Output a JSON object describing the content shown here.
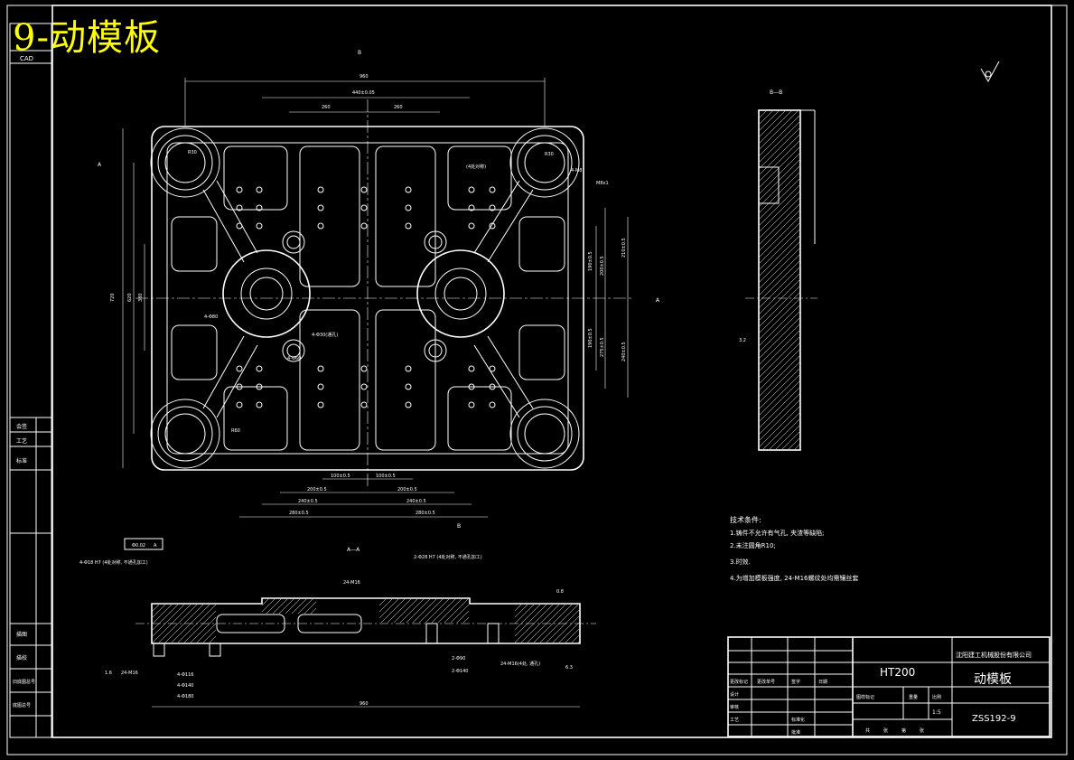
{
  "title_overlay": "9-动模板",
  "side_strip": {
    "top_label": "CAD",
    "labels": [
      "会签",
      "工艺",
      "标准",
      "描图",
      "描校",
      "旧底图总号",
      "底图总号"
    ]
  },
  "view_labels": {
    "section_bb": "B—B",
    "section_aa": "A—A",
    "view_mark_b": "B",
    "view_mark_a": "A"
  },
  "main_view": {
    "dims_top": [
      "960",
      "440±0.05",
      "260",
      "260"
    ],
    "dims_left": [
      "720",
      "620",
      "380"
    ],
    "dims_right": [
      "190±0.5",
      "200±0.5",
      "210±0.5",
      "190±0.5",
      "275±0.5",
      "240±0.5"
    ],
    "dims_bottom": [
      "100±0.5",
      "100±0.5",
      "200±0.5",
      "200±0.5",
      "240±0.5",
      "240±0.5",
      "280±0.5",
      "280±0.5"
    ],
    "notes": [
      "4-M8",
      "(4处对称)",
      "M8x1",
      "R30",
      "4-Φ80",
      "4-Φ30(通孔)",
      "4-Φ60",
      "R30",
      "R60"
    ]
  },
  "section_view": {
    "callouts": [
      "4-Φ18 H7 (4处对称, 不通孔加工)",
      "2-Φ28 H7 (4处对称, 不通孔加工)",
      "24-M16",
      "24-M16",
      "4-Φ116",
      "4-Φ140",
      "4-Φ180",
      "2-Φ90",
      "2-Φ140",
      "24-M16(4处, 通孔)",
      "960"
    ],
    "gtol": [
      "Φ0.02",
      "A"
    ],
    "roughness": [
      "3.2",
      "0.8",
      "1.6",
      "6.3"
    ]
  },
  "tech_requirements": {
    "heading": "技术条件:",
    "items": [
      "1.铸件不允许有气孔, 夹渣等缺陷;",
      "2.未注圆角R10;",
      "3.时效.",
      "4.为增加模板强度, 24-M16螺纹处均需镶丝套"
    ]
  },
  "title_block": {
    "material": "HT200",
    "company": "沈阳建工机械股份有限公司",
    "part_name": "动模板",
    "drawing_number": "ZSS192-9",
    "fields": [
      "更改标记",
      "更改单号",
      "签字",
      "日期",
      "设计",
      "审核",
      "工艺",
      "标准化",
      "批准",
      "图样标记",
      "重量",
      "比例",
      "共",
      "张",
      "第",
      "张",
      "1:5"
    ]
  }
}
